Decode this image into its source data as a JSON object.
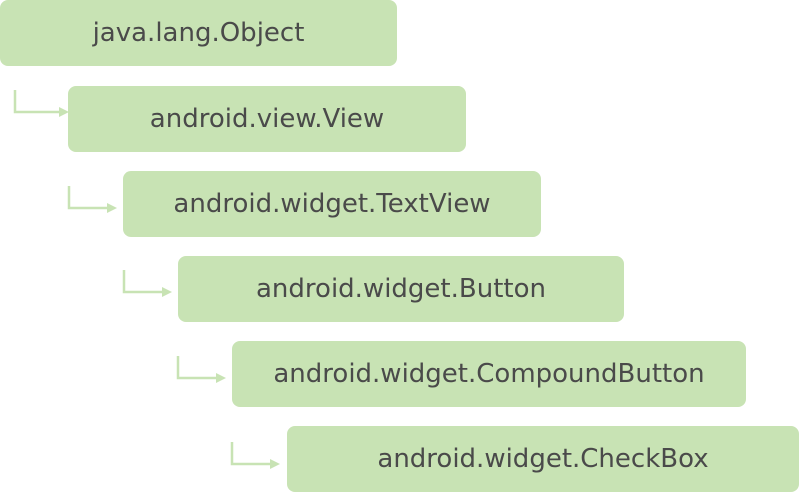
{
  "hierarchy": {
    "items": [
      {
        "label": "java.lang.Object"
      },
      {
        "label": "android.view.View"
      },
      {
        "label": "android.widget.TextView"
      },
      {
        "label": "android.widget.Button"
      },
      {
        "label": "android.widget.CompoundButton"
      },
      {
        "label": "android.widget.CheckBox"
      }
    ]
  },
  "colors": {
    "box_fill": "#c8e3b4",
    "arrow": "#c8e3b4",
    "text": "#4a4a4a"
  }
}
